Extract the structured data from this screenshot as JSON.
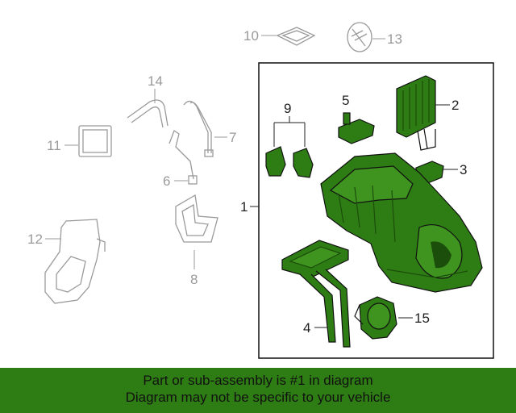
{
  "diagram": {
    "callouts": {
      "c1": "1",
      "c2": "2",
      "c3": "3",
      "c4": "4",
      "c5": "5",
      "c6": "6",
      "c7": "7",
      "c8": "8",
      "c9": "9",
      "c10": "10",
      "c11": "11",
      "c12": "12",
      "c13": "13",
      "c14": "14",
      "c15": "15"
    },
    "colors": {
      "highlight": "#2e7d14",
      "highlight_dark": "#1b4d0b",
      "outline_gray": "#9a9a9a",
      "frame": "#111111"
    }
  },
  "footer": {
    "line1": "Part or sub-assembly is #1 in diagram",
    "line2": "Diagram may not be specific to your vehicle",
    "background": "#2e7d14"
  }
}
